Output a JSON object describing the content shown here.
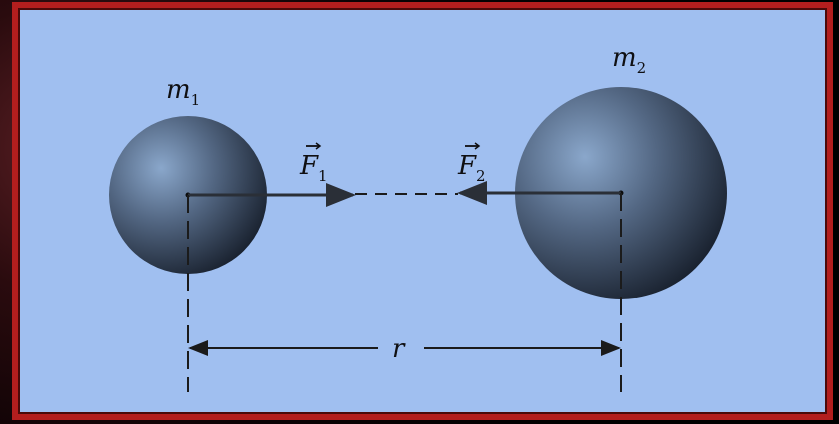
{
  "labels": {
    "mass1": "m",
    "mass1_sub": "1",
    "mass2": "m",
    "mass2_sub": "2",
    "force1": "F",
    "force1_sub": "1",
    "force2": "F",
    "force2_sub": "2",
    "distance": "r"
  },
  "colors": {
    "background": "#a0bff0",
    "frame_border": "#b31e1e",
    "sphere_highlight": "#7f9ec3",
    "sphere_shadow": "#1a2230",
    "line": "#1b1b1b"
  }
}
